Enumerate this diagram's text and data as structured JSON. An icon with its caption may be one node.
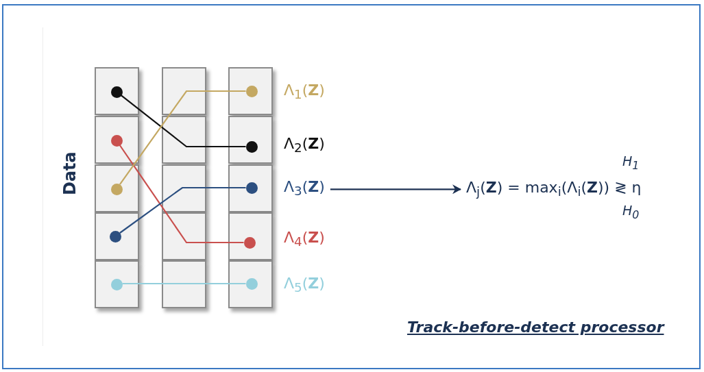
{
  "diagram": {
    "nodes": [
      {
        "text": [],
        "shape": "circle"
      },
      {
        "text": [],
        "shape": "circle"
      },
      {
        "text": [],
        "shape": "circle"
      },
      {
        "text": [],
        "shape": "circle"
      },
      {
        "text": [],
        "shape": "circle"
      },
      {
        "text": [],
        "shape": "circle"
      },
      {
        "text": [],
        "shape": "circle"
      },
      {
        "text": [],
        "shape": "circle"
      },
      {
        "text": [],
        "shape": "circle"
      },
      {
        "text": [],
        "shape": "circle"
      },
      {
        "text": [
          "Λ$_{1}$(**Z**)"
        ]
      },
      {
        "text": [
          "Λ$_{2}$(**Z**)"
        ]
      },
      {
        "text": [
          "Λ$_{3}$(**Z**)"
        ]
      },
      {
        "text": [
          "Λ$_{4}$(**Z**)"
        ]
      },
      {
        "text": [
          "Λ$_{5}$(**Z**)"
        ]
      },
      {
        "text": [
          "H$_{1}$",
          "Λ$_{j}$(**Z**) = max$_{i}$(Λ$_{i}$(**Z**)) ≷ η",
          "H$_{0}$"
        ]
      }
    ],
    "edges": [
      {
        "from": 0,
        "to": 6,
        "arrow": "none",
        "color": "#111111"
      },
      {
        "from": 1,
        "to": 8,
        "arrow": "none",
        "color": "#c9504e"
      },
      {
        "from": 2,
        "to": 5,
        "arrow": "none",
        "color": "#c4a862"
      },
      {
        "from": 3,
        "to": 7,
        "arrow": "none",
        "color": "#2c4f80"
      },
      {
        "from": 4,
        "to": 9,
        "arrow": "none",
        "color": "#93cfdc"
      },
      {
        "from": 12,
        "to": 15,
        "arrow": "to",
        "color": "#1c3152"
      }
    ],
    "labels": [
      "Data",
      "Track-before-detect processor"
    ]
  }
}
